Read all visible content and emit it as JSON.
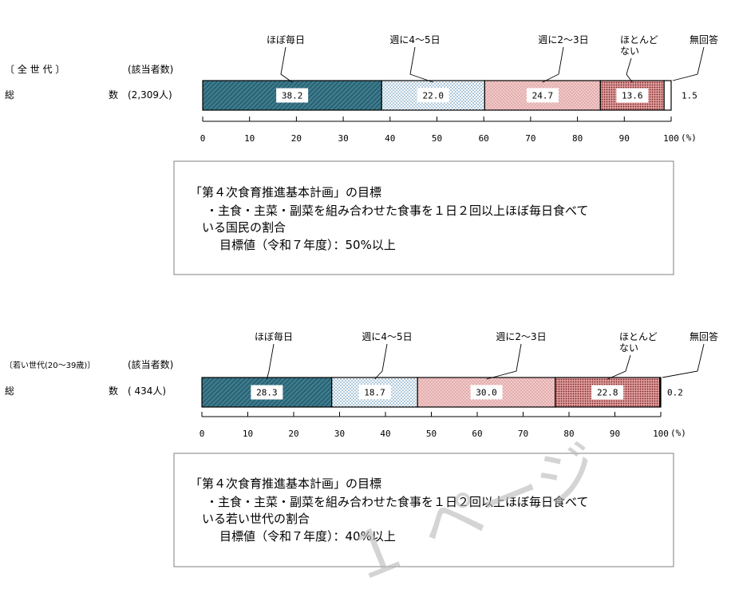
{
  "percent_unit": "(%)",
  "chart_data": [
    {
      "type": "bar",
      "orientation": "horizontal-stacked-100",
      "group_label": "〔 全 世 代 〕",
      "count_header": "(該当者数)",
      "row_label": "総　　　　　数",
      "row_count": "(2,309人)",
      "xlim": [
        0,
        100
      ],
      "xticks": [
        "0",
        "10",
        "20",
        "30",
        "40",
        "50",
        "60",
        "70",
        "80",
        "90",
        "100"
      ],
      "series": [
        {
          "name": "ほぼ毎日",
          "value": 38.2
        },
        {
          "name": "週に4～5日",
          "value": 22.0
        },
        {
          "name": "週に2～3日",
          "value": 24.7
        },
        {
          "name": "ほとんど\nない",
          "value": 13.6
        },
        {
          "name": "無回答",
          "value": 1.5
        }
      ],
      "labels": [
        "38.2",
        "22.0",
        "24.7",
        "13.6",
        "1.5"
      ]
    },
    {
      "type": "bar",
      "orientation": "horizontal-stacked-100",
      "group_label": "〔若い世代(20～39歳)〕",
      "count_header": "(該当者数)",
      "row_label": "総　　　　　数",
      "row_count": "(  434人)",
      "xlim": [
        0,
        100
      ],
      "xticks": [
        "0",
        "10",
        "20",
        "30",
        "40",
        "50",
        "60",
        "70",
        "80",
        "90",
        "100"
      ],
      "series": [
        {
          "name": "ほぼ毎日",
          "value": 28.3
        },
        {
          "name": "週に4～5日",
          "value": 18.7
        },
        {
          "name": "週に2～3日",
          "value": 30.0
        },
        {
          "name": "ほとんど\nない",
          "value": 22.8
        },
        {
          "name": "無回答",
          "value": 0.2
        }
      ],
      "labels": [
        "28.3",
        "18.7",
        "30.0",
        "22.8",
        "0.2"
      ]
    }
  ],
  "colors": {
    "s0": "#3a7a8c",
    "s1": "#c8e0f0",
    "s2": "#f0c0c0",
    "s3": "#c06060",
    "s4": "#ffffff"
  },
  "target_boxes": [
    {
      "line1": "「第４次食育推進基本計画」の目標",
      "line2": "・主食・主菜・副菜を組み合わせた食事を１日２回以上ほぼ毎日食べて",
      "line3": "いる国民の割合",
      "line4": "目標値（令和７年度）：50%以上"
    },
    {
      "line1": "「第４次食育推進基本計画」の目標",
      "line2": "・主食・主菜・副菜を組み合わせた食事を１日２回以上ほぼ毎日食べて",
      "line3": "いる若い世代の割合",
      "line4": "目標値（令和７年度）：40%以上"
    }
  ],
  "watermark": "１ ページ"
}
